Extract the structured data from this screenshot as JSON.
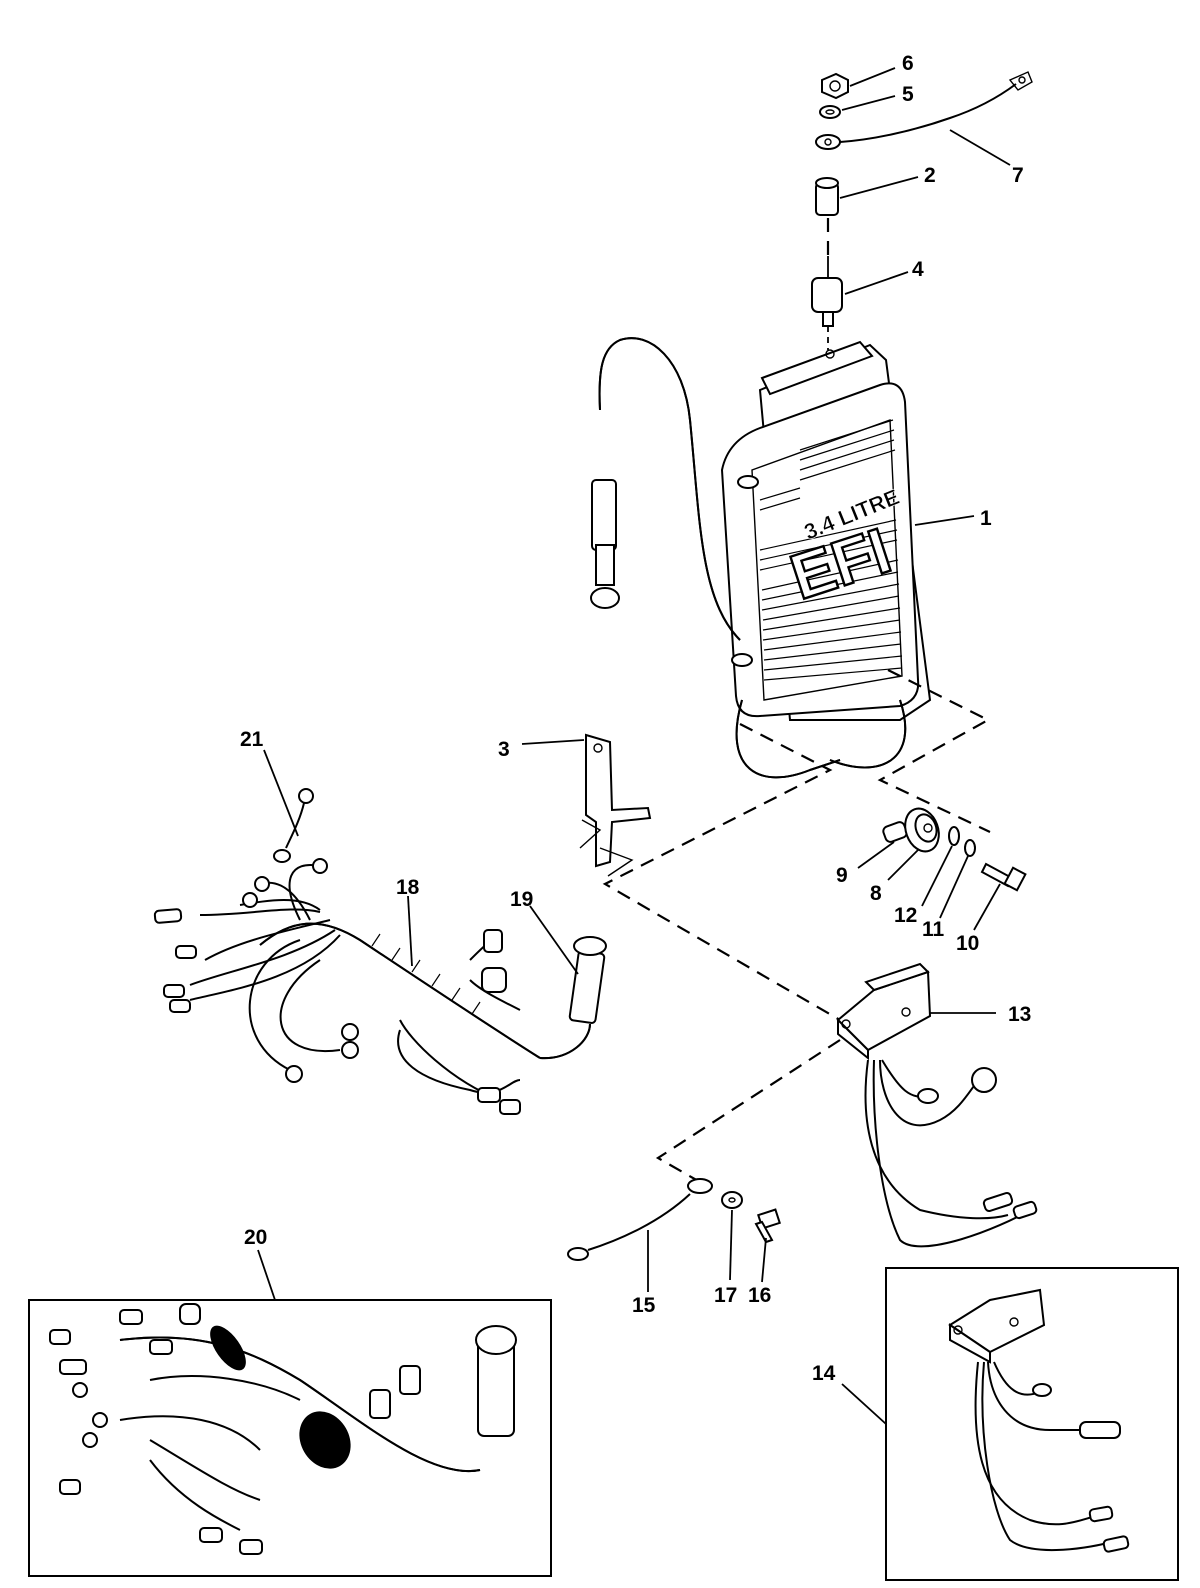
{
  "diagram": {
    "box_text": {
      "brand_line1": "3.4 LITRE",
      "brand_line2": "EFI"
    },
    "callouts": [
      {
        "id": "1",
        "text": "1"
      },
      {
        "id": "2",
        "text": "2"
      },
      {
        "id": "3",
        "text": "3"
      },
      {
        "id": "4",
        "text": "4"
      },
      {
        "id": "5",
        "text": "5"
      },
      {
        "id": "6",
        "text": "6"
      },
      {
        "id": "7",
        "text": "7"
      },
      {
        "id": "8",
        "text": "8"
      },
      {
        "id": "9",
        "text": "9"
      },
      {
        "id": "10",
        "text": "10"
      },
      {
        "id": "11",
        "text": "11"
      },
      {
        "id": "12",
        "text": "12"
      },
      {
        "id": "13",
        "text": "13"
      },
      {
        "id": "14",
        "text": "14"
      },
      {
        "id": "15",
        "text": "15"
      },
      {
        "id": "16",
        "text": "16"
      },
      {
        "id": "17",
        "text": "17"
      },
      {
        "id": "18",
        "text": "18"
      },
      {
        "id": "19",
        "text": "19"
      },
      {
        "id": "20",
        "text": "20"
      },
      {
        "id": "21",
        "text": "21"
      }
    ]
  }
}
